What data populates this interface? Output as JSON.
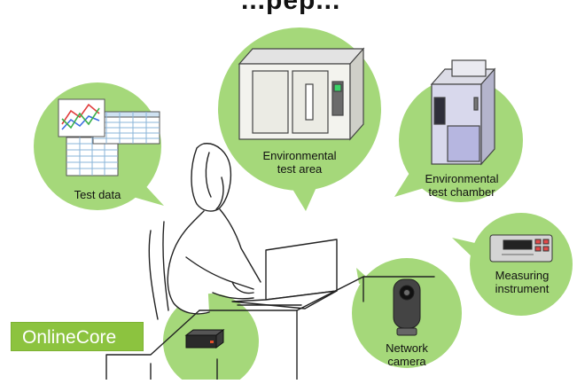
{
  "title_fragment": "...pep...",
  "bubbles": {
    "test_data": {
      "label": "Test data"
    },
    "env_area": {
      "line1": "Environmental",
      "line2": "test area"
    },
    "env_chamber": {
      "line1": "Environmental",
      "line2": "test chamber"
    },
    "measuring": {
      "line1": "Measuring",
      "line2": "instrument"
    },
    "camera": {
      "line1": "Network",
      "line2": "camera"
    }
  },
  "onlinecore": {
    "label": "OnlineCore"
  },
  "colors": {
    "bubble": "#a5d87a",
    "badge": "#8cc33f",
    "line": "#222222"
  }
}
